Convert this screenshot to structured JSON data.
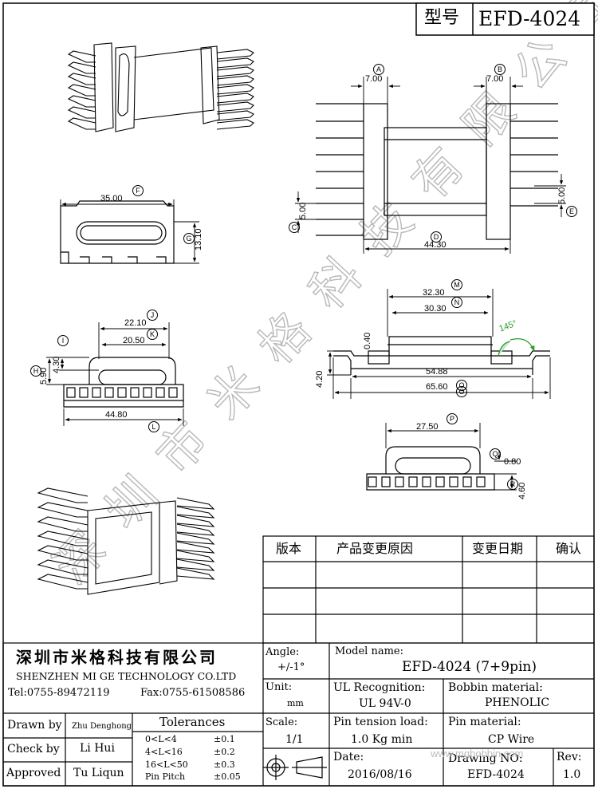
{
  "header": {
    "type_label": "型号",
    "model": "EFD-4024"
  },
  "dimensions": {
    "A": "7.00",
    "B": "7.00",
    "C": "5.00",
    "D": "44.30",
    "E": "5.00",
    "F": "35.00",
    "G": "13.10",
    "H": "5.90",
    "I": "4.30",
    "J": "22.10",
    "K": "20.50",
    "L": "44.80",
    "M": "32.30",
    "N": "30.30",
    "gap": "0.40",
    "height": "4.20",
    "O": "54.88",
    "O2": "65.60",
    "angle": "145°",
    "P": "27.50",
    "Q": "0.80",
    "R": "4.60"
  },
  "letters": {
    "A": "A",
    "B": "B",
    "C": "C",
    "D": "D",
    "E": "E",
    "F": "F",
    "G": "G",
    "H": "H",
    "I": "I",
    "J": "J",
    "K": "K",
    "L": "L",
    "M": "M",
    "N": "N",
    "O": "O",
    "P": "P",
    "Q": "Q",
    "R": "R"
  },
  "watermark": "深圳市米格科技有限公司",
  "revision_table": {
    "headers": [
      "版本",
      "产品变更原因",
      "变更日期",
      "确认"
    ],
    "rows": [
      [
        "",
        "",
        "",
        ""
      ],
      [
        "",
        "",
        "",
        ""
      ],
      [
        "",
        "",
        "",
        ""
      ]
    ]
  },
  "company": {
    "name_cn": "深圳市米格科技有限公司",
    "name_en": "SHENZHEN  MI GE TECHNOLOGY  CO.LTD",
    "tel": "Tel:0755-89472119",
    "fax": "Fax:0755-61508586"
  },
  "people": {
    "drawn_label": "Drawn by",
    "drawn": "Zhu Denghong",
    "check_label": "Check by",
    "check": "Li Hui",
    "approved_label": "Approved",
    "approved": "Tu Liqun"
  },
  "tolerances": {
    "title": "Tolerances",
    "rows": [
      {
        "range": "0<L<4",
        "tol": "±0.1"
      },
      {
        "range": "4<L<16",
        "tol": "±0.2"
      },
      {
        "range": "16<L<50",
        "tol": "±0.3"
      },
      {
        "range": "Pin Pitch",
        "tol": "±0.05"
      }
    ]
  },
  "spec": {
    "angle_label": "Angle:",
    "angle": "+/-1°",
    "unit_label": "Unit:",
    "unit": "mm",
    "scale_label": "Scale:",
    "scale": "1/1",
    "model_label": "Model name:",
    "model": "EFD-4024 (7+9pin)",
    "ul_label": "UL Recognition:",
    "ul": "UL 94V-0",
    "bobbin_label": "Bobbin material:",
    "bobbin": "PHENOLIC",
    "tension_label": "Pin tension load:",
    "tension": "1.0 Kg min",
    "pin_label": "Pin material:",
    "pin": "CP Wire",
    "date_label": "Date:",
    "date": "2016/08/16",
    "drawing_label": "Drawing NO:",
    "drawing": "EFD-4024",
    "rev_label": "Rev:",
    "rev": "1.0"
  },
  "site_mark": "www.mgbobbin.com"
}
